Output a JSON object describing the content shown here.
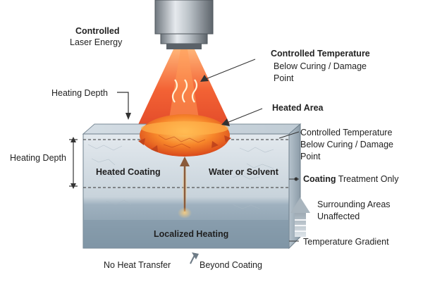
{
  "labels": {
    "laser_title": "Controlled",
    "laser_sub": "Laser Energy",
    "temp_top_title": "Controlled Temperature",
    "temp_top_sub1": "Below Curing / Damage",
    "temp_top_sub2": "Point",
    "heating_depth_top": "Heating Depth",
    "heated_area": "Heated Area",
    "temp_side_title": "Controlled Temperature",
    "temp_side_sub1": "Below Curing / Damage",
    "temp_side_sub2": "Point",
    "heating_depth_side": "Heating Depth",
    "heated_coating": "Heated Coating",
    "water_solvent": "Water or Solvent",
    "coating_treatment_bold": "Coating",
    "coating_treatment_rest": " Treatment Only",
    "surrounding_1": "Surrounding Areas",
    "surrounding_2": "Unaffected",
    "localized_heating": "Localized Heating",
    "temperature_gradient": "Temperature Gradient",
    "no_heat_1": "No Heat Transfer",
    "no_heat_2": "Beyond Coating"
  },
  "colors": {
    "beam": "#f25a2a",
    "beam_core": "#fff2b0",
    "hot_zone": "#f7862a",
    "coating": "#d8e0e6",
    "substrate": "#8ea4b4",
    "nozzle": "#9aa3aa"
  }
}
